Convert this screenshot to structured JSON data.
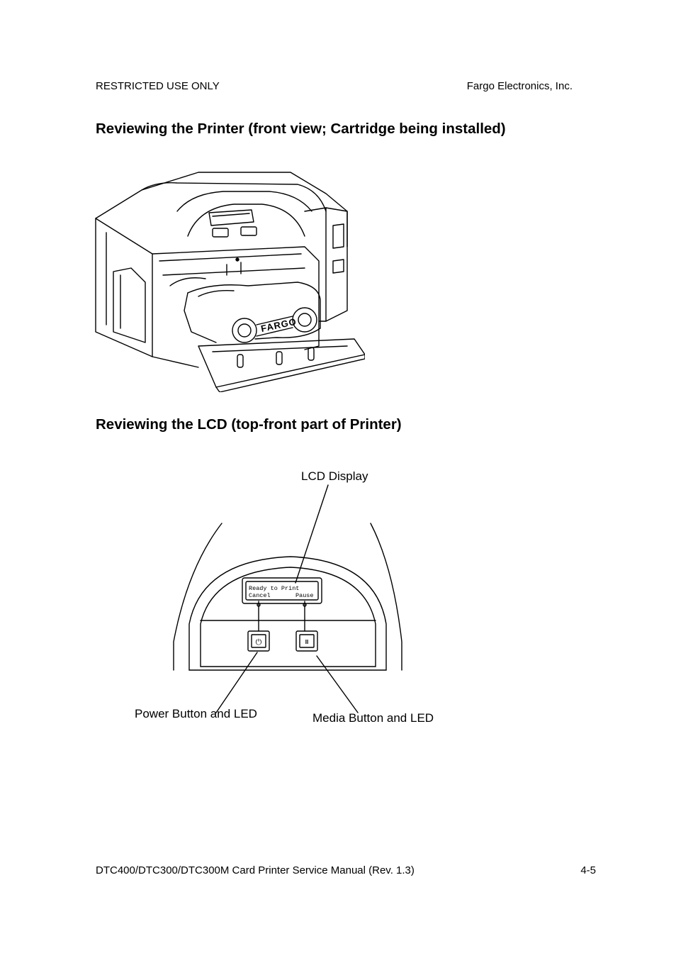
{
  "header": {
    "left": "RESTRICTED USE ONLY",
    "right": "Fargo Electronics, Inc."
  },
  "sections": [
    {
      "heading": "Reviewing the Printer (front view; Cartridge being installed)"
    },
    {
      "heading": "Reviewing the LCD (top-front part of Printer)"
    }
  ],
  "printer_figure": {
    "cartridge_logo": "FARGO"
  },
  "lcd_figure": {
    "callout_lcd": "LCD Display",
    "callout_power": "Power Button and LED",
    "callout_media": "Media Button and LED",
    "screen_line1": "Ready to Print",
    "screen_line2_left": "Cancel",
    "screen_line2_right": "Pause",
    "power_glyph": "⏻",
    "pause_glyph": "II"
  },
  "footer": {
    "left": "DTC400/DTC300/DTC300M Card Printer Service Manual (Rev. 1.3)",
    "right": "4-5"
  }
}
